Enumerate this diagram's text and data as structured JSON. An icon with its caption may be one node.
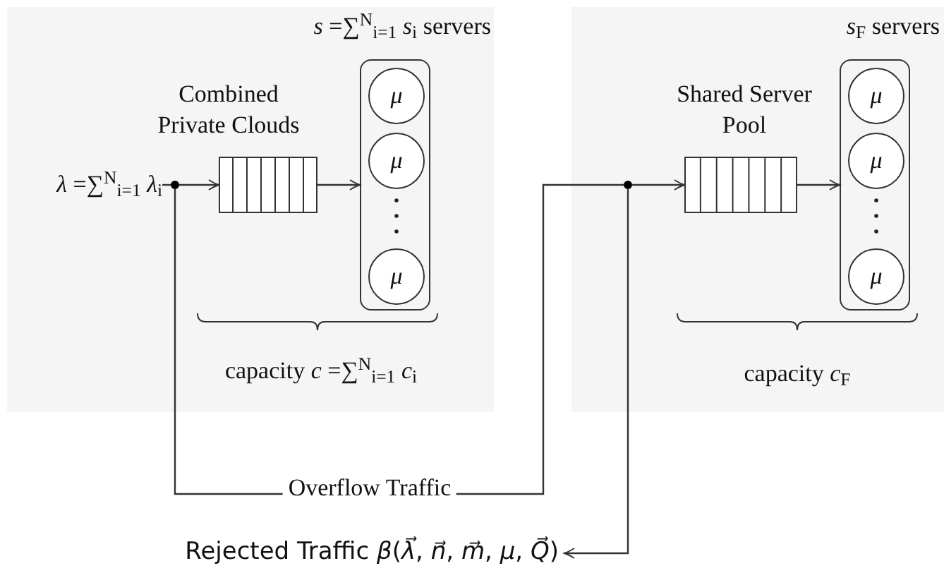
{
  "diagram": {
    "nodes": [
      {
        "text": [
          "Combined Private Clouds"
        ]
      },
      {
        "text": [
          "*λ* =∑$^{N}$$_{i=1}$ *λ*$_{i}$"
        ],
        "in": 0
      },
      {
        "text": [],
        "shape": "dot",
        "in": 0
      },
      {
        "text": [],
        "shape": "queue",
        "in": 0
      },
      {
        "text": [],
        "shape": "box",
        "in": 0,
        "beside": [
          "*s* =∑$^{N}$$_{i=1}$ *s*$_{i}$ servers"
        ]
      },
      {
        "text": [
          "μ"
        ],
        "in": 4
      },
      {
        "text": [
          "μ"
        ],
        "in": 4
      },
      {
        "text": [
          "μ"
        ],
        "in": 4
      },
      {
        "text": [
          "Shared Server Pool"
        ]
      },
      {
        "text": [],
        "shape": "dot",
        "in": 8
      },
      {
        "text": [],
        "shape": "queue",
        "in": 8
      },
      {
        "text": [],
        "shape": "box",
        "in": 8,
        "beside": [
          "*s*$_{F}$ servers"
        ]
      },
      {
        "text": [
          "μ"
        ],
        "in": 11
      },
      {
        "text": [
          "μ"
        ],
        "in": 11
      },
      {
        "text": [
          "μ"
        ],
        "in": 11
      },
      {
        "text": [
          "Rejected Traffic *β*(*λ⃗*, *n⃗*, *m⃗*, *μ*, *Q⃗*)"
        ]
      }
    ],
    "edges": [
      {
        "from": 1,
        "to": 2,
        "arrow": "none"
      },
      {
        "from": 2,
        "to": 3,
        "arrow": "to"
      },
      {
        "from": 3,
        "to": 4,
        "arrow": "to"
      },
      {
        "from": 2,
        "to": 9,
        "arrow": "none",
        "label": "Overflow Traffic"
      },
      {
        "from": 9,
        "to": 10,
        "arrow": "to"
      },
      {
        "from": 10,
        "to": 11,
        "arrow": "to"
      },
      {
        "from": 9,
        "to": 15,
        "arrow": "to"
      }
    ],
    "labels": [
      "capacity *c* =∑$^{N}$$_{i=1}$ *c*$_{i}$",
      "capacity *c*$_{F}$"
    ]
  }
}
